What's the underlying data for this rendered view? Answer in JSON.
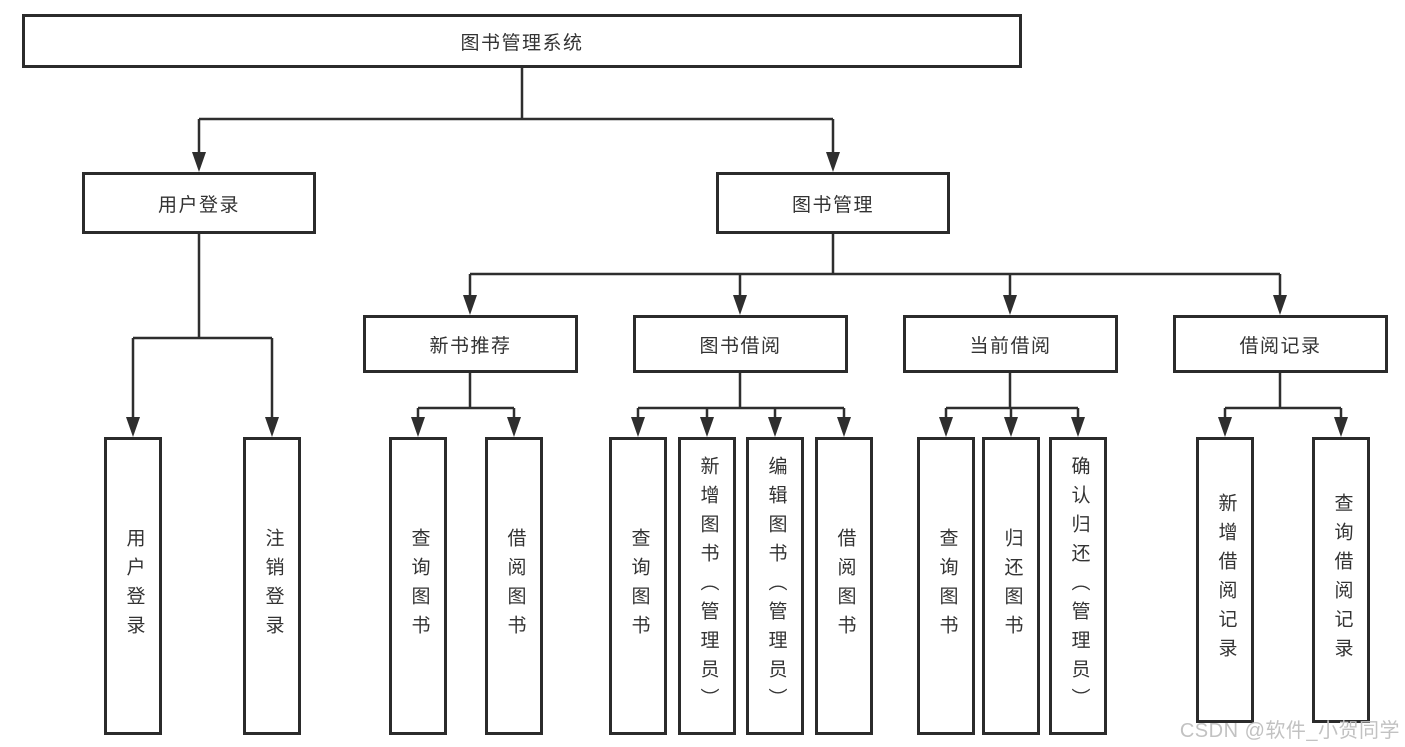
{
  "colors": {
    "background": "#ffffff",
    "line": "#2e2e2e",
    "box_border": "#2b2b2b",
    "text": "#333333",
    "watermark": "#c2c2c2"
  },
  "tree": {
    "root": "图书管理系统",
    "branches": [
      {
        "label": "用户登录",
        "children": [
          "用户登录",
          "注销登录"
        ]
      },
      {
        "label": "图书管理",
        "children": [
          {
            "label": "新书推荐",
            "children": [
              "查询图书",
              "借阅图书"
            ]
          },
          {
            "label": "图书借阅",
            "children": [
              "查询图书",
              "新增图书（管理员）",
              "编辑图书（管理员）",
              "借阅图书"
            ]
          },
          {
            "label": "当前借阅",
            "children": [
              "查询图书",
              "归还图书",
              "确认归还（管理员）"
            ]
          },
          {
            "label": "借阅记录",
            "children": [
              "新增借阅记录",
              "查询借阅记录"
            ]
          }
        ]
      }
    ]
  },
  "watermark": {
    "text": "CSDN @软件_小贺同学"
  }
}
